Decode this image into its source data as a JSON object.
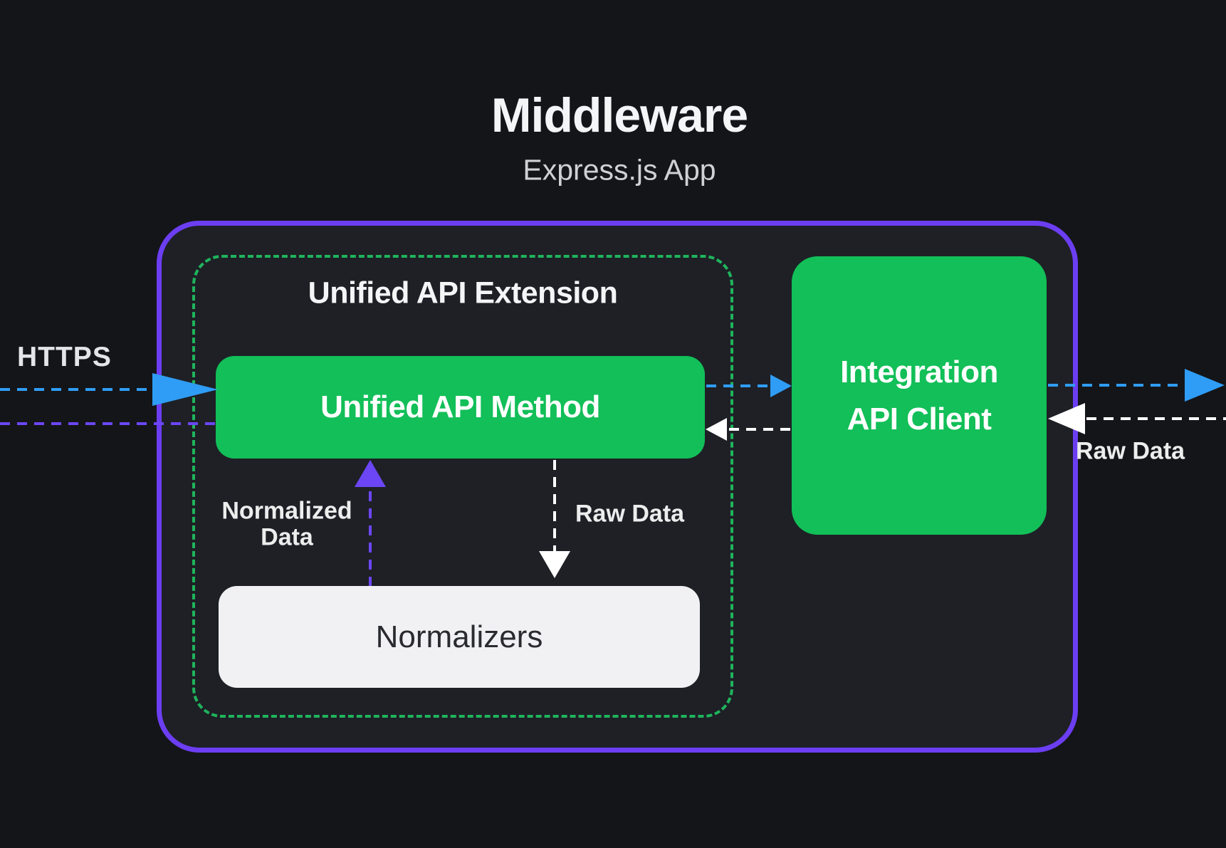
{
  "header": {
    "title": "Middleware",
    "subtitle": "Express.js App"
  },
  "nodes": {
    "extension": {
      "label": "Unified API Extension"
    },
    "method": {
      "label": "Unified API Method"
    },
    "normalizers": {
      "label": "Normalizers"
    },
    "client": {
      "line1": "Integration",
      "line2": "API Client"
    }
  },
  "flow_labels": {
    "https": "HTTPS",
    "raw_data_inner": "Raw Data",
    "raw_data_right": "Raw Data",
    "normalized_data": {
      "line1": "Normalized",
      "line2": "Data"
    }
  },
  "colors": {
    "background": "#141519",
    "container_background": "#1e2026",
    "purple_accent": "#6c3ef2",
    "green_accent": "#12bf58",
    "green_dotted_border": "#1fb45c",
    "blue_accent": "#2f9df5",
    "white": "#ffffff",
    "normalizers_background": "#f1f1f3",
    "normalizers_text": "#2a2b2e"
  }
}
